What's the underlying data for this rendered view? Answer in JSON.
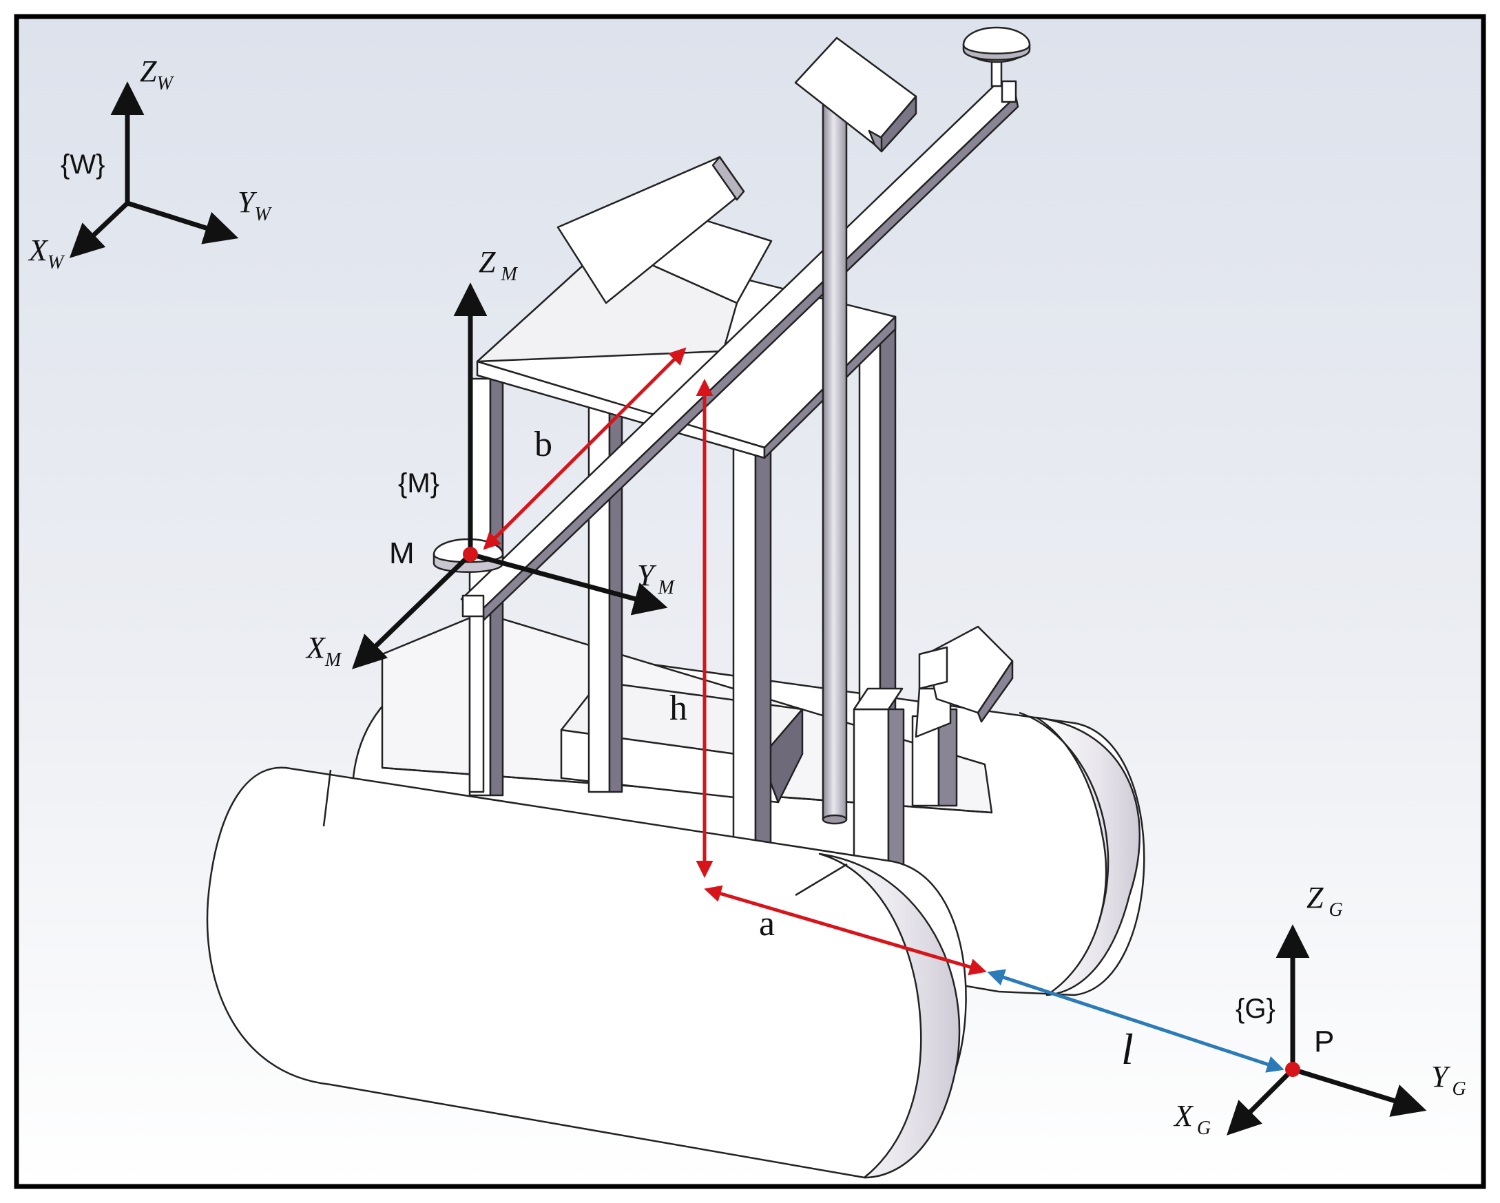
{
  "colors": {
    "frame": "#000000",
    "dimension_red": "#d8141b",
    "dimension_blue": "#2a7bb8",
    "axis": "#111111",
    "body_fill": "#ffffff",
    "body_shade": "#c9c6d0",
    "dark_shade": "#6f6a7a",
    "background_top": "#dfe3ec",
    "background_bottom": "#ffffff"
  },
  "frames": {
    "world": {
      "label": "{W}",
      "x_axis": "X",
      "x_sub": "W",
      "y_axis": "Y",
      "y_sub": "W",
      "z_axis": "Z",
      "z_sub": "W"
    },
    "mobile": {
      "label": "{M}",
      "point": "M",
      "x_axis": "X",
      "x_sub": "M",
      "y_axis": "Y",
      "y_sub": "M",
      "z_axis": "Z",
      "z_sub": "M"
    },
    "ground": {
      "label": "{G}",
      "point": "P",
      "x_axis": "X",
      "x_sub": "G",
      "y_axis": "Y",
      "y_sub": "G",
      "z_axis": "Z",
      "z_sub": "G"
    }
  },
  "dimensions": {
    "b": "b",
    "h": "h",
    "a": "a",
    "l": "l"
  },
  "icons": {
    "red_point": "red-dot-icon",
    "arrowhead": "arrowhead-icon"
  }
}
